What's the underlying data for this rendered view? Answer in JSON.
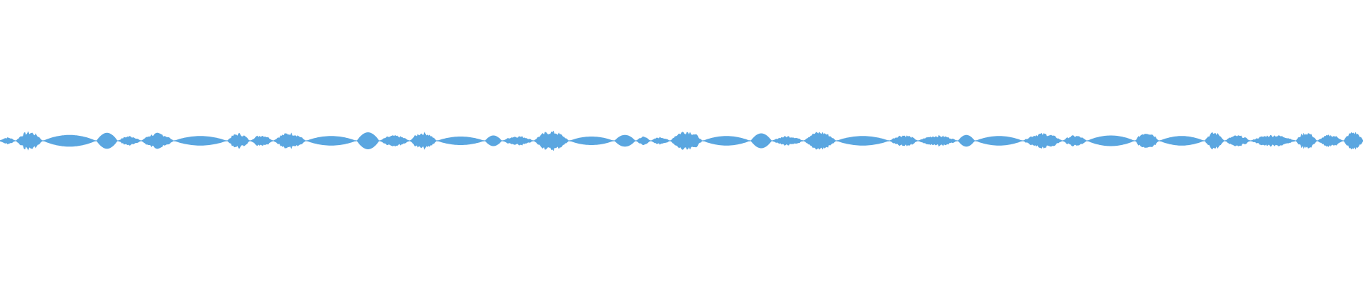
{
  "waveform": {
    "color": "#5aa6e0",
    "background": "#ffffff",
    "segments": [
      {
        "start": 0.0,
        "end": 0.011,
        "amp": 0.32,
        "noisy": true
      },
      {
        "start": 0.012,
        "end": 0.031,
        "amp": 0.85,
        "noisy": true
      },
      {
        "start": 0.032,
        "end": 0.07,
        "amp": 0.55,
        "noisy": false
      },
      {
        "start": 0.071,
        "end": 0.086,
        "amp": 0.75,
        "noisy": false
      },
      {
        "start": 0.087,
        "end": 0.103,
        "amp": 0.45,
        "noisy": true
      },
      {
        "start": 0.104,
        "end": 0.127,
        "amp": 0.7,
        "noisy": true
      },
      {
        "start": 0.128,
        "end": 0.166,
        "amp": 0.45,
        "noisy": false
      },
      {
        "start": 0.167,
        "end": 0.183,
        "amp": 0.7,
        "noisy": true
      },
      {
        "start": 0.184,
        "end": 0.2,
        "amp": 0.55,
        "noisy": true
      },
      {
        "start": 0.201,
        "end": 0.224,
        "amp": 0.75,
        "noisy": true
      },
      {
        "start": 0.225,
        "end": 0.261,
        "amp": 0.45,
        "noisy": false
      },
      {
        "start": 0.262,
        "end": 0.278,
        "amp": 0.8,
        "noisy": false
      },
      {
        "start": 0.279,
        "end": 0.3,
        "amp": 0.5,
        "noisy": true
      },
      {
        "start": 0.301,
        "end": 0.32,
        "amp": 0.8,
        "noisy": true
      },
      {
        "start": 0.321,
        "end": 0.355,
        "amp": 0.4,
        "noisy": false
      },
      {
        "start": 0.356,
        "end": 0.368,
        "amp": 0.5,
        "noisy": false
      },
      {
        "start": 0.369,
        "end": 0.391,
        "amp": 0.45,
        "noisy": true
      },
      {
        "start": 0.392,
        "end": 0.417,
        "amp": 0.9,
        "noisy": true
      },
      {
        "start": 0.418,
        "end": 0.45,
        "amp": 0.4,
        "noisy": false
      },
      {
        "start": 0.451,
        "end": 0.466,
        "amp": 0.55,
        "noisy": false
      },
      {
        "start": 0.467,
        "end": 0.477,
        "amp": 0.4,
        "noisy": true
      },
      {
        "start": 0.478,
        "end": 0.491,
        "amp": 0.35,
        "noisy": true
      },
      {
        "start": 0.492,
        "end": 0.515,
        "amp": 0.95,
        "noisy": true
      },
      {
        "start": 0.516,
        "end": 0.55,
        "amp": 0.45,
        "noisy": false
      },
      {
        "start": 0.551,
        "end": 0.566,
        "amp": 0.7,
        "noisy": false
      },
      {
        "start": 0.567,
        "end": 0.589,
        "amp": 0.45,
        "noisy": true
      },
      {
        "start": 0.59,
        "end": 0.613,
        "amp": 0.85,
        "noisy": true
      },
      {
        "start": 0.614,
        "end": 0.652,
        "amp": 0.45,
        "noisy": false
      },
      {
        "start": 0.653,
        "end": 0.673,
        "amp": 0.55,
        "noisy": true
      },
      {
        "start": 0.674,
        "end": 0.702,
        "amp": 0.5,
        "noisy": true
      },
      {
        "start": 0.703,
        "end": 0.715,
        "amp": 0.55,
        "noisy": false
      },
      {
        "start": 0.716,
        "end": 0.75,
        "amp": 0.45,
        "noisy": false
      },
      {
        "start": 0.751,
        "end": 0.779,
        "amp": 0.7,
        "noisy": true
      },
      {
        "start": 0.78,
        "end": 0.797,
        "amp": 0.5,
        "noisy": true
      },
      {
        "start": 0.798,
        "end": 0.832,
        "amp": 0.5,
        "noisy": false
      },
      {
        "start": 0.833,
        "end": 0.85,
        "amp": 0.85,
        "noisy": true
      },
      {
        "start": 0.851,
        "end": 0.883,
        "amp": 0.45,
        "noisy": false
      },
      {
        "start": 0.884,
        "end": 0.898,
        "amp": 0.8,
        "noisy": true
      },
      {
        "start": 0.899,
        "end": 0.917,
        "amp": 0.5,
        "noisy": true
      },
      {
        "start": 0.918,
        "end": 0.95,
        "amp": 0.55,
        "noisy": true
      },
      {
        "start": 0.951,
        "end": 0.966,
        "amp": 0.8,
        "noisy": true
      },
      {
        "start": 0.967,
        "end": 0.985,
        "amp": 0.55,
        "noisy": true
      },
      {
        "start": 0.986,
        "end": 1.0,
        "amp": 0.85,
        "noisy": true
      }
    ]
  }
}
